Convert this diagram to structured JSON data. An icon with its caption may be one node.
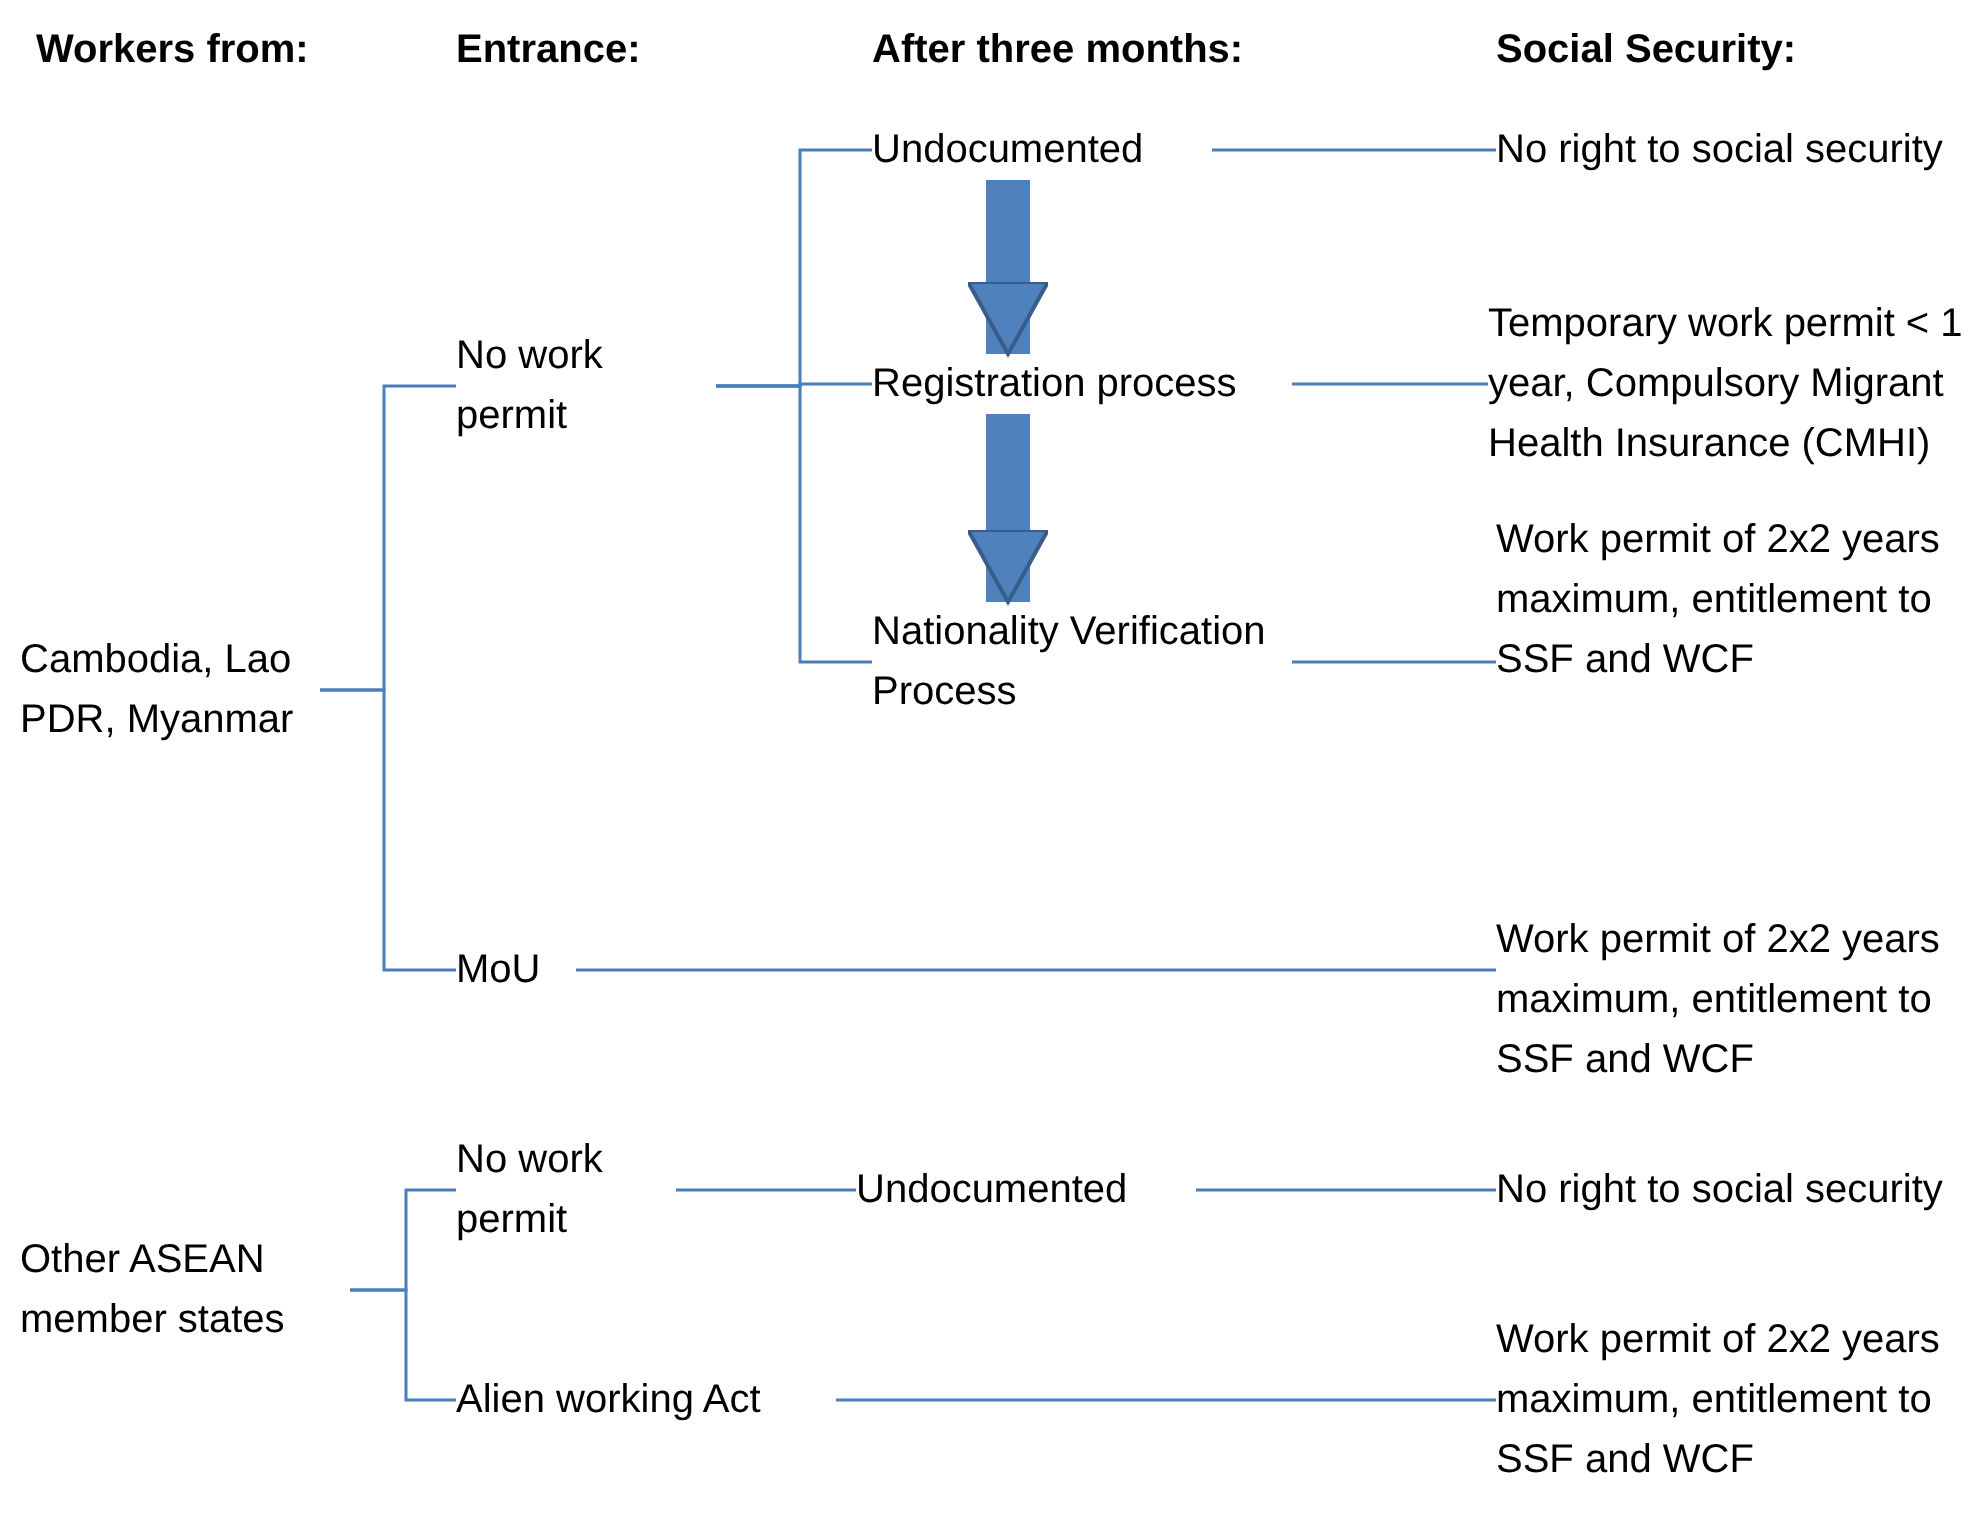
{
  "diagram": {
    "nodes": [
      {
        "text": [
          "Cambodia, Lao PDR, Myanmar"
        ]
      },
      {
        "text": [
          "No work permit"
        ]
      },
      {
        "text": [
          "MoU"
        ]
      },
      {
        "text": [
          "Undocumented"
        ]
      },
      {
        "text": [
          "Registration process"
        ]
      },
      {
        "text": [
          "Nationality Verification Process"
        ]
      },
      {
        "text": [
          "No right to social security"
        ]
      },
      {
        "text": [
          "Temporary work permit < 1 year, Compulsory Migrant Health Insurance (CMHI)"
        ]
      },
      {
        "text": [
          "Work permit of 2x2 years maximum, entitlement to SSF and WCF"
        ]
      },
      {
        "text": [
          "Work permit of 2x2 years maximum, entitlement to SSF and WCF"
        ]
      },
      {
        "text": [
          "Other ASEAN member states"
        ]
      },
      {
        "text": [
          "No work permit"
        ]
      },
      {
        "text": [
          "Alien working Act"
        ]
      },
      {
        "text": [
          "Undocumented"
        ]
      },
      {
        "text": [
          "No right to social security"
        ]
      },
      {
        "text": [
          "Work permit of 2x2 years maximum, entitlement to SSF and WCF"
        ]
      }
    ],
    "edges": [
      {
        "from": 0,
        "to": 1,
        "arrow": "none"
      },
      {
        "from": 0,
        "to": 2,
        "arrow": "none"
      },
      {
        "from": 1,
        "to": 3,
        "arrow": "none"
      },
      {
        "from": 1,
        "to": 4,
        "arrow": "none"
      },
      {
        "from": 1,
        "to": 5,
        "arrow": "none"
      },
      {
        "from": 3,
        "to": 6,
        "arrow": "none"
      },
      {
        "from": 4,
        "to": 7,
        "arrow": "none"
      },
      {
        "from": 5,
        "to": 8,
        "arrow": "none"
      },
      {
        "from": 2,
        "to": 9,
        "arrow": "none"
      },
      {
        "from": 10,
        "to": 11,
        "arrow": "none"
      },
      {
        "from": 10,
        "to": 12,
        "arrow": "none"
      },
      {
        "from": 11,
        "to": 13,
        "arrow": "none"
      },
      {
        "from": 13,
        "to": 14,
        "arrow": "none"
      },
      {
        "from": 12,
        "to": 15,
        "arrow": "none"
      },
      {
        "from": 3,
        "to": 4,
        "arrow": "to",
        "style": "thick"
      },
      {
        "from": 4,
        "to": 5,
        "arrow": "to",
        "style": "thick"
      }
    ],
    "labels": [
      "Workers from:",
      "Entrance:",
      "After three months:",
      "Social Security:"
    ]
  }
}
